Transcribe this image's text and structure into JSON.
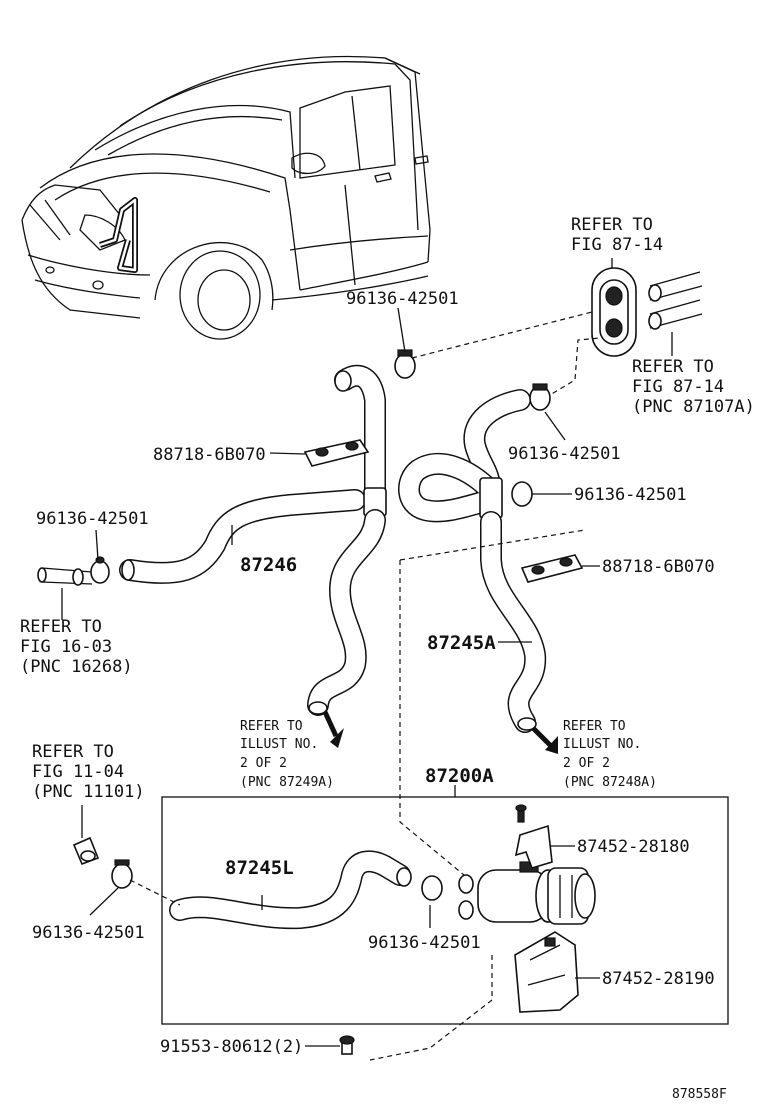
{
  "refs": {
    "fig8714_top": [
      "REFER TO",
      "FIG 87-14"
    ],
    "fig8714_right": [
      "REFER TO",
      "FIG 87-14",
      "(PNC 87107A)"
    ],
    "fig1603": [
      "REFER TO",
      "FIG 16-03",
      "(PNC 16268)"
    ],
    "fig1104": [
      "REFER TO",
      "FIG 11-04",
      "(PNC 11101)"
    ],
    "illust_left": [
      "REFER TO",
      "ILLUST NO.",
      "2 OF 2",
      "(PNC 87249A)"
    ],
    "illust_right": [
      "REFER TO",
      "ILLUST NO.",
      "2 OF 2",
      "(PNC 87248A)"
    ]
  },
  "parts": {
    "clamp_top": "96136-42501",
    "clamp_right_a": "96136-42501",
    "clamp_right_b": "96136-42501",
    "clamp_left": "96136-42501",
    "clamp_valve": "96136-42501",
    "clamp_bottom_left": "96136-42501",
    "bracket_left": "88718-6B070",
    "bracket_right": "88718-6B070",
    "hose_87246": "87246",
    "hose_87245A": "87245A",
    "hose_87245L": "87245L",
    "assy_87200A": "87200A",
    "bracket_87452_28180": "87452-28180",
    "bracket_87452_28190": "87452-28190",
    "bolt": "91553-80612(2)"
  },
  "figure_id": "878558F"
}
